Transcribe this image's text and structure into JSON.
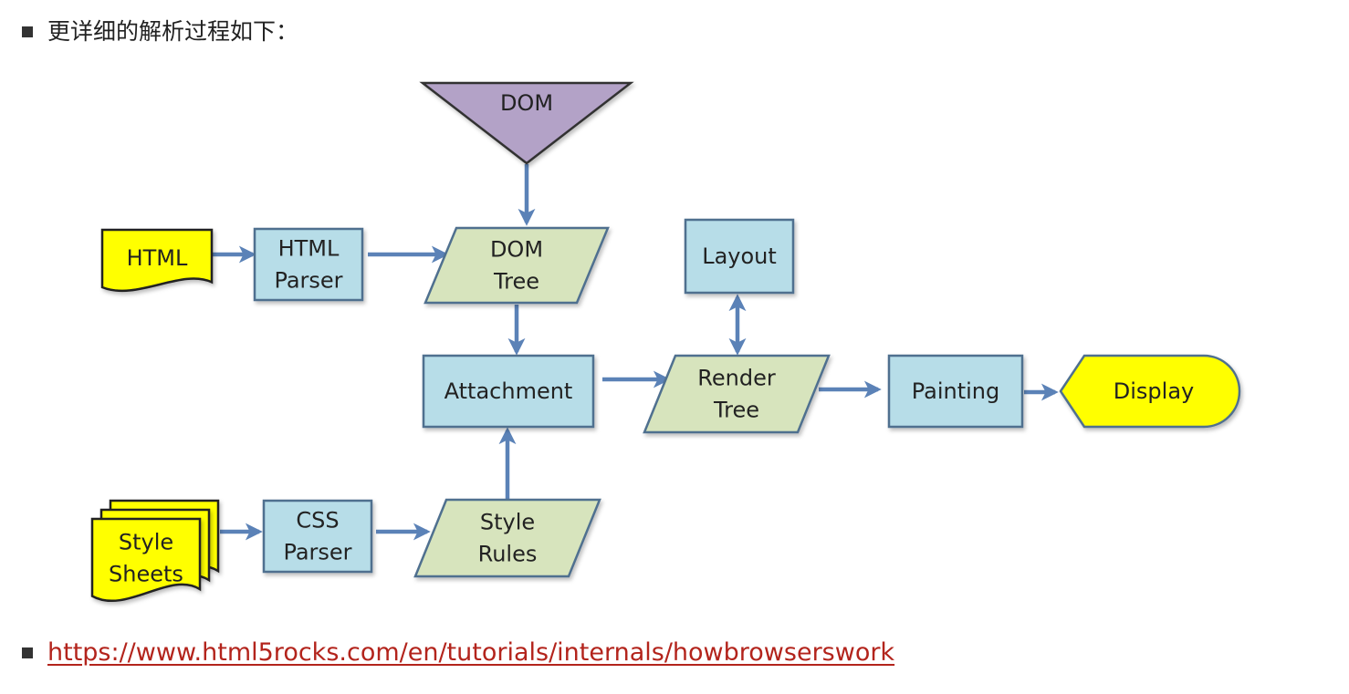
{
  "intro": {
    "text": "更详细的解析过程如下："
  },
  "reference": {
    "url": "https://www.html5rocks.com/en/tutorials/internals/howbrowserswork"
  },
  "colors": {
    "box_fill": "#b7dde8",
    "box_stroke": "#4f6f8f",
    "data_fill": "#d7e4bd",
    "doc_fill": "#ffff00",
    "dom_fill": "#b3a2c7",
    "arrow": "#5b82b7"
  },
  "diagram": {
    "nodes": {
      "dom": {
        "shape": "triangle",
        "label": [
          "DOM"
        ]
      },
      "html": {
        "shape": "document",
        "label": [
          "HTML"
        ]
      },
      "html_parser": {
        "shape": "process",
        "label": [
          "HTML",
          "Parser"
        ]
      },
      "dom_tree": {
        "shape": "data",
        "label": [
          "DOM",
          "Tree"
        ]
      },
      "layout": {
        "shape": "process",
        "label": [
          "Layout"
        ]
      },
      "attachment": {
        "shape": "process",
        "label": [
          "Attachment"
        ]
      },
      "render_tree": {
        "shape": "data",
        "label": [
          "Render",
          "Tree"
        ]
      },
      "painting": {
        "shape": "process",
        "label": [
          "Painting"
        ]
      },
      "display": {
        "shape": "display",
        "label": [
          "Display"
        ]
      },
      "style_sheets": {
        "shape": "multi-document",
        "label": [
          "Style",
          "Sheets"
        ]
      },
      "css_parser": {
        "shape": "process",
        "label": [
          "CSS",
          "Parser"
        ]
      },
      "style_rules": {
        "shape": "data",
        "label": [
          "Style",
          "Rules"
        ]
      }
    },
    "edges": [
      {
        "from": "dom",
        "to": "dom_tree"
      },
      {
        "from": "html",
        "to": "html_parser"
      },
      {
        "from": "html_parser",
        "to": "dom_tree"
      },
      {
        "from": "dom_tree",
        "to": "attachment"
      },
      {
        "from": "attachment",
        "to": "render_tree"
      },
      {
        "from": "render_tree",
        "to": "layout",
        "bidirectional": true
      },
      {
        "from": "render_tree",
        "to": "painting"
      },
      {
        "from": "painting",
        "to": "display"
      },
      {
        "from": "style_sheets",
        "to": "css_parser"
      },
      {
        "from": "css_parser",
        "to": "style_rules"
      },
      {
        "from": "style_rules",
        "to": "attachment"
      }
    ]
  }
}
